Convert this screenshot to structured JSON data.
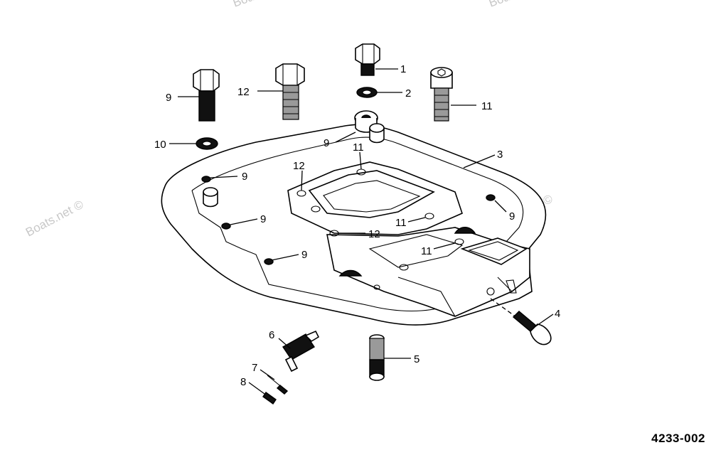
{
  "figure_id": "4233-002",
  "watermark": "Boats.net ©",
  "callouts": [
    "1",
    "2",
    "3",
    "4",
    "5",
    "6",
    "7",
    "8",
    "9",
    "9",
    "9",
    "9",
    "9",
    "9",
    "10",
    "11",
    "11",
    "11",
    "11",
    "12",
    "12",
    "12"
  ]
}
